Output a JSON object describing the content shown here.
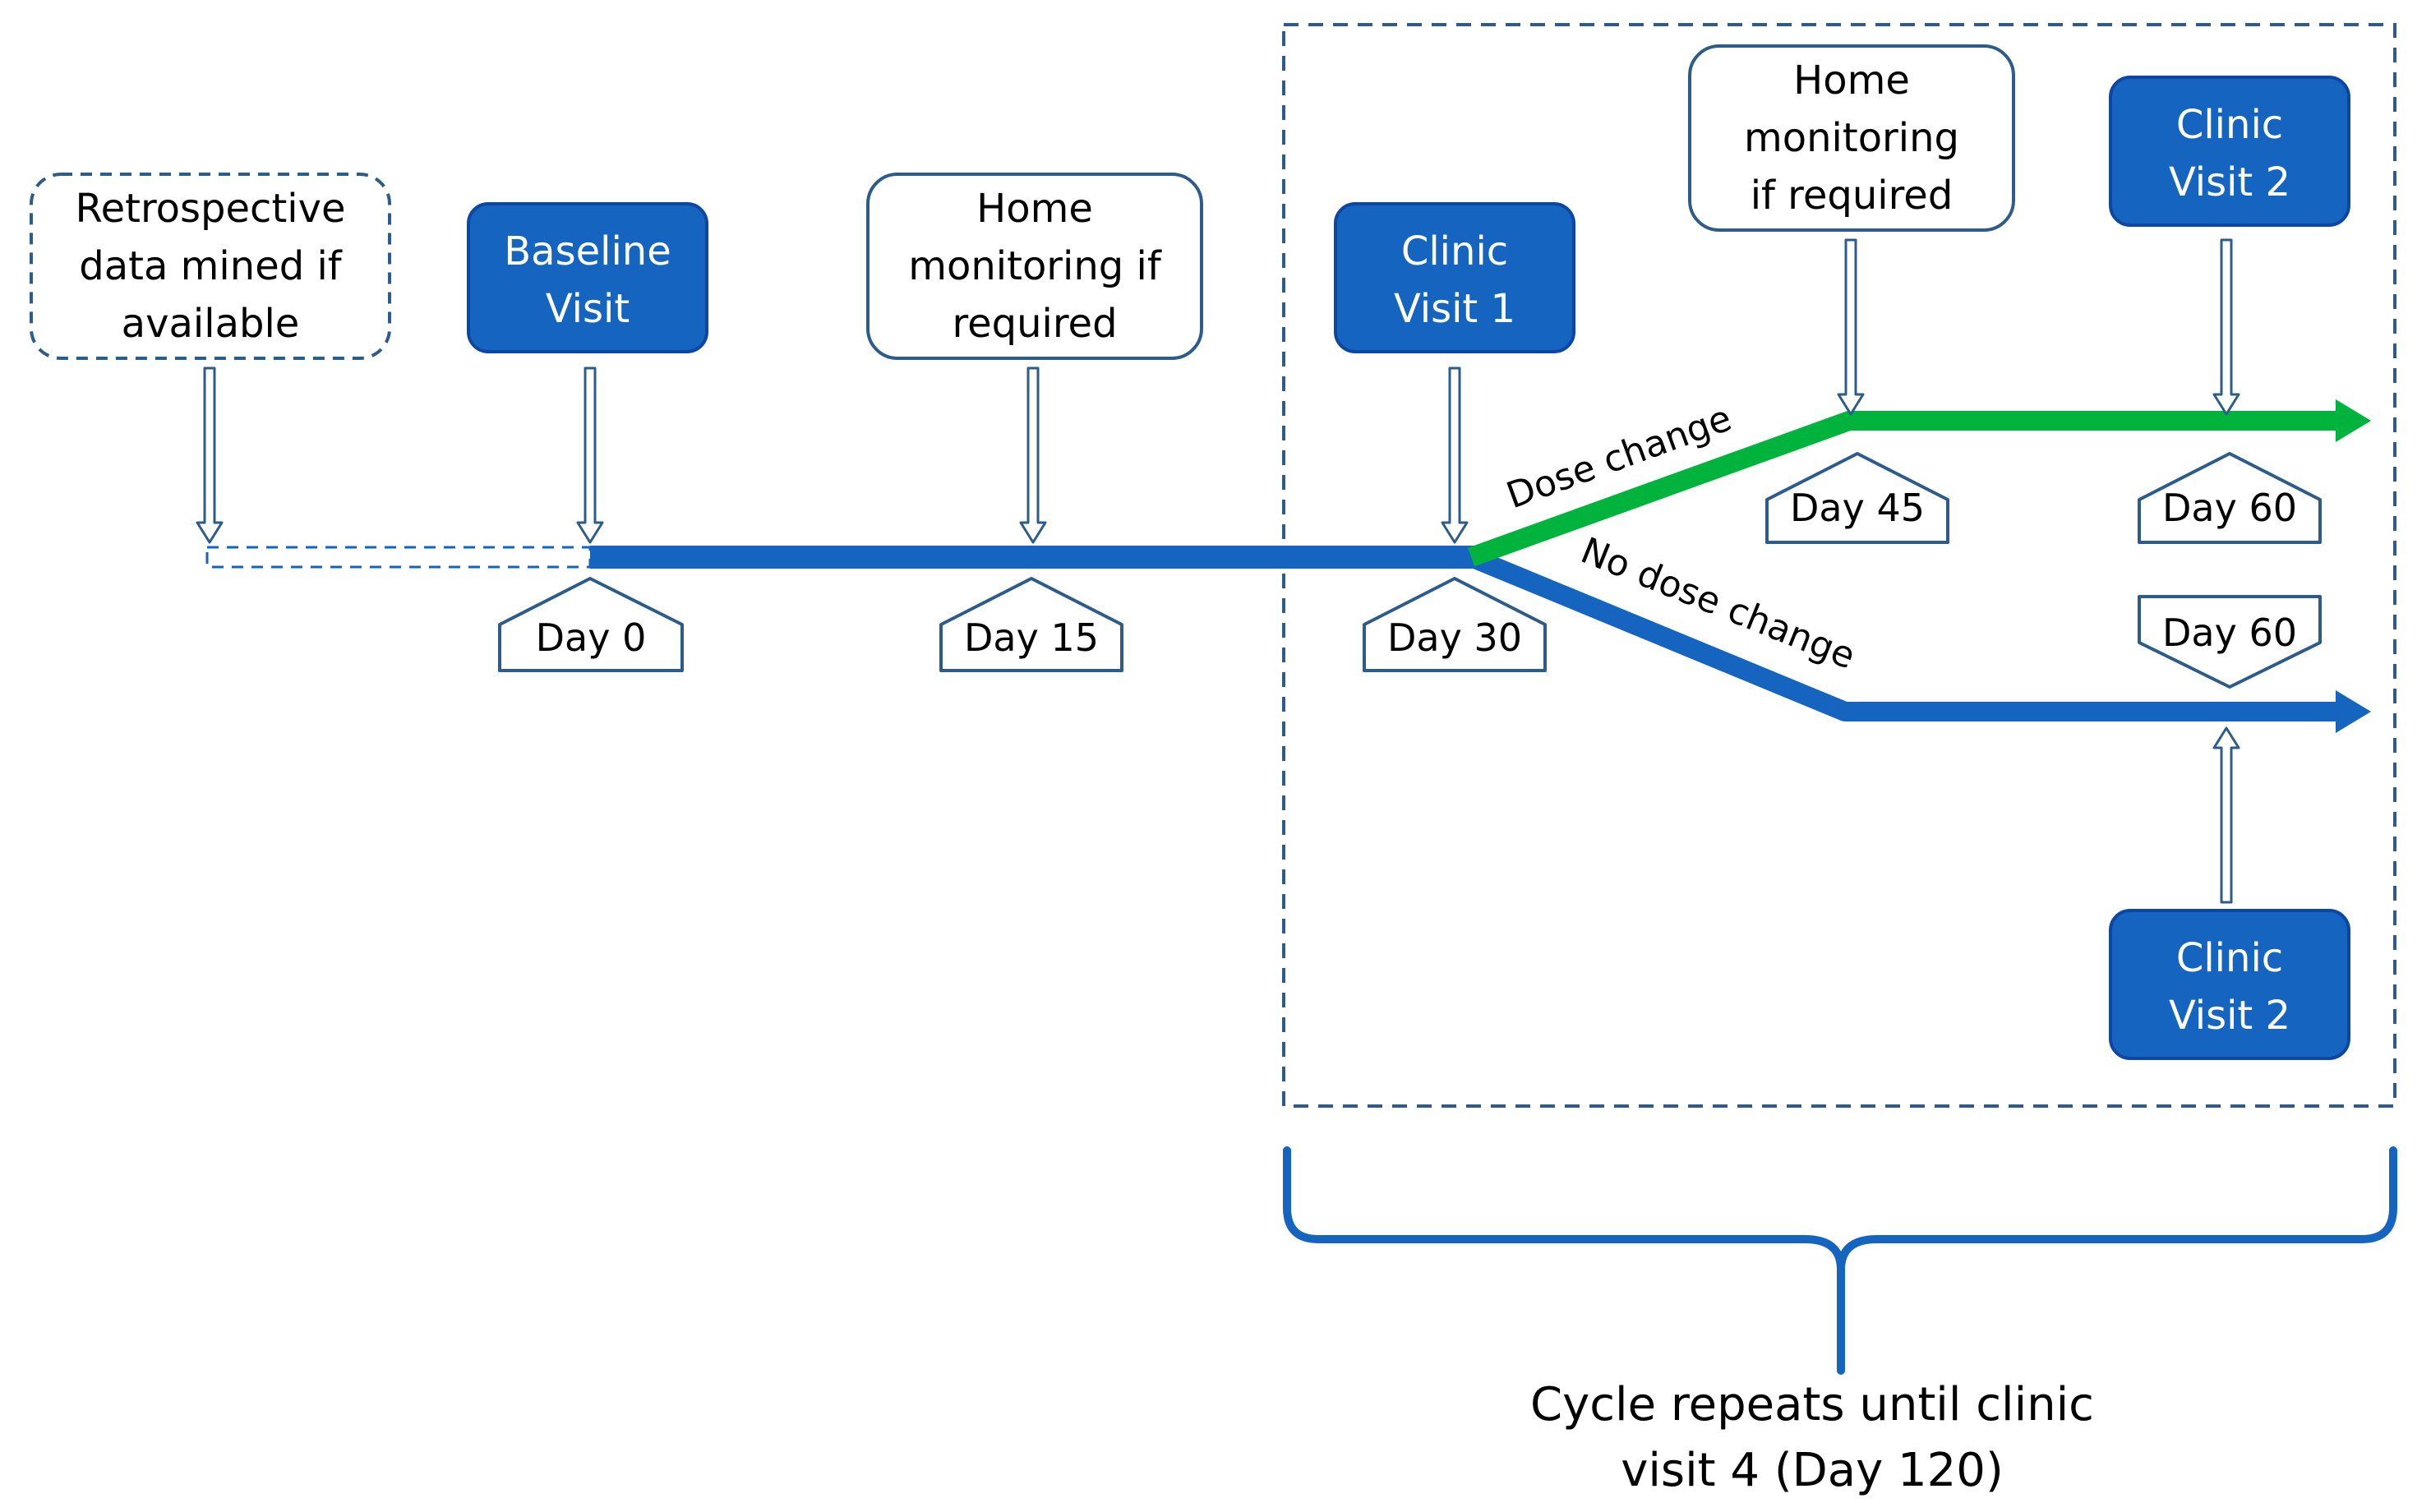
{
  "colors": {
    "primary_blue": "#1565C0",
    "box_border_blue": "#0D47A1",
    "outline_blue": "#2E5C8A",
    "green": "#00B33C",
    "text_dark": "#000000",
    "text_light": "#FFFFFF"
  },
  "boxes": {
    "retrospective": [
      "Retrospective",
      "data mined if",
      "available"
    ],
    "baseline": [
      "Baseline",
      "Visit"
    ],
    "home_monitoring_1": [
      "Home",
      "monitoring if",
      "required"
    ],
    "clinic_visit_1": [
      "Clinic",
      "Visit 1"
    ],
    "home_monitoring_2": [
      "Home",
      "monitoring",
      "if required"
    ],
    "clinic_visit_2_upper": [
      "Clinic",
      "Visit 2"
    ],
    "clinic_visit_2_lower": [
      "Clinic",
      "Visit 2"
    ]
  },
  "day_markers": {
    "day0": "Day 0",
    "day15": "Day 15",
    "day30": "Day 30",
    "day45": "Day 45",
    "day60_upper": "Day 60",
    "day60_lower": "Day 60"
  },
  "branches": {
    "dose_change": "Dose change",
    "no_dose_change": "No dose change"
  },
  "caption": [
    "Cycle repeats until clinic",
    "visit 4 (Day 120)"
  ]
}
